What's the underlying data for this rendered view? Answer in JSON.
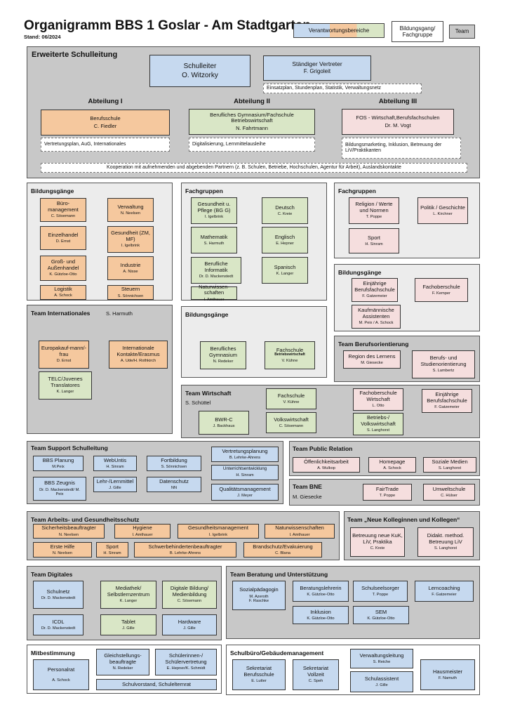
{
  "header": {
    "title": "Organigramm BBS 1 Goslar - Am Stadtgarten",
    "stand": "Stand: 06/2024",
    "legend": {
      "verantwortung": "Verantwortungsbereiche",
      "bildungsgang": "Bildungsgang/ Fachgruppe",
      "team": "Team"
    }
  },
  "esl": {
    "title": "Erweiterte Schulleitung",
    "schulleiter": {
      "role": "Schulleiter",
      "name": "O. Witzorky"
    },
    "vertreter": {
      "role": "Ständiger Vertreter",
      "name": "F. Grigoleit"
    },
    "vertreter_note": "Einsatzplan, Stundenplan, Statistik, Verwaltungsnetz",
    "abt1": {
      "label": "Abteilung I",
      "role": "Berufsschule",
      "name": "C. Fiedler",
      "note": "Vertretungsplan, AuG, Internationales"
    },
    "abt2": {
      "label": "Abteilung II",
      "role": "Berufliches Gymnasium/Fachschule Betriebswirtschaft",
      "name": "N. Fahrtmann",
      "note": "Digitalisierung, Lernmittelausleihe"
    },
    "abt3": {
      "label": "Abteilung III",
      "role": "FOS - Wirtschaft,Berufsfachschulen",
      "name": "Dr. M. Vogt",
      "note": "Bildungsmarketing, Inklusion, Betreuung der LiV/Praktikanten"
    },
    "kooperation": "Kooperation mit aufnehmenden und abgebenden Partnern (z. B. Schulen, Betriebe, Hochschulen, Agentur für Arbeit), Auslandskontakte"
  },
  "bg1": {
    "title": "Bildungsgänge",
    "items": [
      {
        "name": "Büro-management",
        "person": "C. Sösemann"
      },
      {
        "name": "Verwaltung",
        "person": "N. Neelsen"
      },
      {
        "name": "Einzelhandel",
        "person": "D. Ernst"
      },
      {
        "name": "Gesundheit (ZM, MF)",
        "person": "I. Igelbrink"
      },
      {
        "name": "Groß- und Außenhandel",
        "person": "K. Gützloe-Otto"
      },
      {
        "name": "Industrie",
        "person": "A. Nisse"
      },
      {
        "name": "Logistik",
        "person": "A. Schock"
      },
      {
        "name": "Steuern",
        "person": "S. Sönnichsen"
      }
    ]
  },
  "fg2": {
    "title": "Fachgruppen",
    "items": [
      {
        "name": "Gesundheit u. Pflege (BG G)",
        "person": "I. Igelbrink"
      },
      {
        "name": "Deutsch",
        "person": "C. Kreie"
      },
      {
        "name": "Mathematik",
        "person": "S. Harmuth"
      },
      {
        "name": "Englisch",
        "person": "E. Hepner"
      },
      {
        "name": "Berufliche Informatik",
        "person": "Dr. D. Mackenstedt"
      },
      {
        "name": "Spanisch",
        "person": "K. Langer"
      },
      {
        "name": "Naturwissen-schaften",
        "person": "I. Amthauer"
      }
    ]
  },
  "fg3": {
    "title": "Fachgruppen",
    "items": [
      {
        "name": "Religion / Werte und Normen",
        "person": "T. Poppe"
      },
      {
        "name": "Politik / Geschichte",
        "person": "L. Kirchner"
      },
      {
        "name": "Sport",
        "person": "H. Sinram"
      }
    ]
  },
  "bg3": {
    "title": "Bildungsgänge",
    "items": [
      {
        "name": "Einjährige Berufsfachschule",
        "person": "F. Gatzemeier"
      },
      {
        "name": "Fachoberschule",
        "person": "F. Kemper"
      },
      {
        "name": "Kaufmännische Assistenten",
        "person": "M. Peix / A. Schock"
      }
    ]
  },
  "team_int": {
    "title": "Team Internationales",
    "lead": "S. Harmuth",
    "items": [
      {
        "name": "Europakauf-mann/-frau",
        "person": "D. Ernst"
      },
      {
        "name": "Internationale Kontakte/Erasmus",
        "person": "A. Ude/H. Rothkirch"
      },
      {
        "name": "TELC/Juvenes Translatores",
        "person": "K. Langer"
      }
    ]
  },
  "bg2": {
    "title": "Bildungsgänge",
    "items": [
      {
        "name": "Berufliches Gymnasium",
        "person": "N. Redeker"
      },
      {
        "name": "Fachschule",
        "detail": "Betriebswirtschaft",
        "person": "V. Kühne"
      }
    ]
  },
  "team_bo": {
    "title": "Team Berufsorientierung",
    "items": [
      {
        "name": "Region des Lernens",
        "person": "M. Giesecke"
      },
      {
        "name": "Berufs- und Studienorientierung",
        "person": "S. Lambertz"
      }
    ]
  },
  "team_wirt": {
    "title": "Team Wirtschaft",
    "lead": "S. Schüttel",
    "items": [
      {
        "name": "Fachschule",
        "person": "V. Kühne"
      },
      {
        "name": "BWR-C",
        "person": "J. Backhaus"
      },
      {
        "name": "Volkswirtschaft",
        "person": "C. Sösemann"
      },
      {
        "name": "Fachoberschule Wirtschaft",
        "person": "L. Otto"
      },
      {
        "name": "Betriebs-/ Volkswirtschaft",
        "person": "S. Langhorst"
      },
      {
        "name": "Einjährige Berufsfachschule",
        "person": "F. Gatzemeier"
      }
    ]
  },
  "team_sl": {
    "title": "Team Support Schulleitung",
    "items": [
      {
        "name": "BBS Planung",
        "person": "M.Peix"
      },
      {
        "name": "WebUntis",
        "person": "H. Sinram"
      },
      {
        "name": "Fortbildung",
        "person": "S. Sönnichsen"
      },
      {
        "name": "Vertretungsplanung",
        "person": "B. Lehrke-Ahrens"
      },
      {
        "name": "Unterrichtsentwicklung",
        "person": "H. Sinram"
      },
      {
        "name": "BBS Zeugnis",
        "person": "Dr. D. Mackenstedt/ M. Peix"
      },
      {
        "name": "Lehr-/Lernmittel",
        "person": "J. Gille"
      },
      {
        "name": "Datenschutz",
        "person": "NN"
      },
      {
        "name": "Qualitätsmanagement",
        "person": "J. Meyer"
      }
    ]
  },
  "team_pr": {
    "title": "Team Public Relation",
    "items": [
      {
        "name": "Öffenlichkeitsarbeit",
        "person": "A. Wulkop"
      },
      {
        "name": "Homepage",
        "person": "A. Schock"
      },
      {
        "name": "Soziale Medien",
        "person": "S. Langhorst"
      }
    ]
  },
  "team_bne": {
    "title": "Team BNE",
    "lead": "M. Giesecke",
    "items": [
      {
        "name": "FairTrade",
        "person": "T. Poppe"
      },
      {
        "name": "Umweltschule",
        "person": "C. Hülser"
      }
    ]
  },
  "team_ag": {
    "title": "Team Arbeits- und Gesundheitsschutz",
    "items": [
      {
        "name": "Sicherheitsbeauftragter",
        "person": "N. Neelsen"
      },
      {
        "name": "Hygiene",
        "person": "I. Amthauer"
      },
      {
        "name": "Gesundheitsmanagement",
        "person": "I. Igelbrink"
      },
      {
        "name": "Naturwissenschaften",
        "person": "I. Amthauer"
      },
      {
        "name": "Erste Hilfe",
        "person": "N. Neelsen"
      },
      {
        "name": "Sport",
        "person": "H. Sinram"
      },
      {
        "name": "Schwerbehindertenbeauftragter",
        "person": "B. Lehrke-Ahrens"
      },
      {
        "name": "Brandschutz/Evakuierung",
        "person": "C. Blana"
      }
    ]
  },
  "team_nk": {
    "title": "Team „Neue Kolleginnen und Kollegen“",
    "items": [
      {
        "name": "Betreuung neue KuK, LiV, Praktika",
        "person": "C. Kreie"
      },
      {
        "name": "Didakt. method. Betreuung LiV",
        "person": "S. Langhorst"
      }
    ]
  },
  "team_dig": {
    "title": "Team Digitales",
    "items": [
      {
        "name": "Schulnetz",
        "person": "Dr. D. Mackenstedt"
      },
      {
        "name": "Mediathek/ Selbstlernzentrum",
        "person": "K. Langer"
      },
      {
        "name": "Digitale Bildung/ Medienbildung",
        "person": "C. Sösemann"
      },
      {
        "name": "ICDL",
        "person": "Dr. D. Mackenstedt"
      },
      {
        "name": "Tablet",
        "person": "J. Gille"
      },
      {
        "name": "Hardware",
        "person": "J. Gille"
      }
    ]
  },
  "team_bu": {
    "title": "Team Beratung und Unterstützung",
    "items": [
      {
        "name": "Sozialpädagogin",
        "person": "M. Azeroth",
        "person2": "F. Raschke"
      },
      {
        "name": "Beratungslehrerin",
        "person": "K. Gützloe-Otto"
      },
      {
        "name": "Schulseelsorger",
        "person": "T. Poppe"
      },
      {
        "name": "Lerncoaching",
        "person": "F. Gatzemeier"
      },
      {
        "name": "Inklusion",
        "person": "K. Gützloe-Otto"
      },
      {
        "name": "SEM",
        "person": "K. Gützloe-Otto"
      }
    ]
  },
  "mitbest": {
    "title": "Mitbestimmung",
    "items": [
      {
        "name": "Personalrat",
        "person": "A. Schock"
      },
      {
        "name": "Gleichstellungs-beauftragte",
        "person": "N. Redeker"
      },
      {
        "name": "Schülerinnen-/ Schülervertretung",
        "person": "E. Hepner/K. Schmidt"
      },
      {
        "name": "Schulvorstand, Schulelternrat"
      }
    ]
  },
  "verwaltung": {
    "title": "Schulbüro/Gebäudemanagement",
    "items": [
      {
        "name": "Sekretariat Berufsschule",
        "person": "E. Lutter"
      },
      {
        "name": "Sekretariat Vollzeit",
        "person": "C. Speh"
      },
      {
        "name": "Verwaltungsleitung",
        "person": "S. Reiche"
      },
      {
        "name": "Schulassistent",
        "person": "J. Gille"
      },
      {
        "name": "Hausmeister",
        "person": "F. Namuth"
      }
    ]
  },
  "colors": {
    "orange": "#f5c89e",
    "green": "#d9e6c6",
    "blue": "#c6d9ef",
    "pink": "#f5dede",
    "team_grey": "#c8c8c8"
  }
}
